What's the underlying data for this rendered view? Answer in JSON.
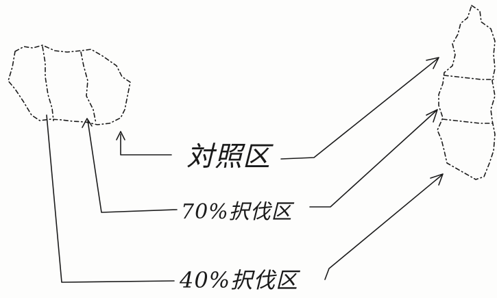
{
  "labels": {
    "control_plot": "対照区",
    "cut_70": "70%択伐区",
    "cut_40": "40%択伐区"
  },
  "colors": {
    "ink": "#1a1a1a",
    "paper": "#fdfdfc"
  }
}
